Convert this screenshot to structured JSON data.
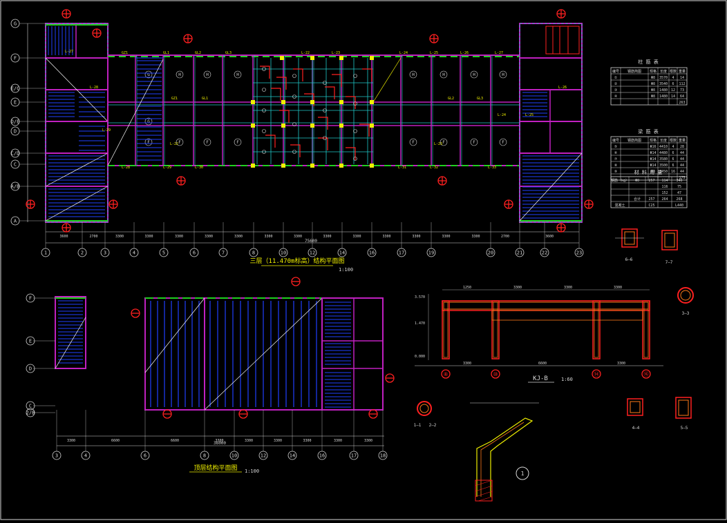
{
  "colors": {
    "background": "#000000",
    "beam_magenta": "#c020c0",
    "beam_cyan": "#20c8c8",
    "slab_blue": "#2040ff",
    "grid_white": "#d8d8d8",
    "label_yellow": "#f0f000",
    "mark_red": "#ff2020",
    "beam_green": "#20d020",
    "rebar_orange": "#ff7a18"
  },
  "plan_top": {
    "title": "三层（11.470m标高）结构平面图",
    "scale": "1:100",
    "axis_numbers": [
      "1",
      "2",
      "3",
      "4",
      "5",
      "6",
      "7",
      "8",
      "10",
      "12",
      "14",
      "16",
      "17",
      "19",
      "20",
      "21",
      "22",
      "23"
    ],
    "axis_letters_left": [
      "G",
      "F",
      "E/C",
      "E",
      "D/E",
      "D",
      "C/D",
      "C",
      "A/B",
      "A"
    ],
    "total_dim": "75600",
    "span_labels": [
      "3600",
      "2700",
      "3300",
      "3300",
      "3300",
      "3300",
      "3300",
      "3300",
      "3300",
      "3300",
      "3300",
      "3300",
      "3300",
      "3300",
      "3300",
      "2700",
      "3600"
    ]
  },
  "plan_bottom": {
    "title": "顶层结构平面图",
    "scale": "1:100",
    "axis_numbers": [
      "3",
      "4",
      "6",
      "8",
      "10",
      "12",
      "14",
      "16",
      "17",
      "18"
    ],
    "axis_letters_left": [
      "F",
      "E",
      "D",
      "C",
      "2/B"
    ],
    "total_dim": "36000",
    "span_labels": [
      "3300",
      "6600",
      "6600",
      "3300",
      "3300",
      "3300",
      "3300",
      "3300",
      "3300"
    ]
  },
  "table_a": {
    "title": "柱 筋 表",
    "headers": [
      "编号",
      "钢筋简图",
      "规格",
      "长度",
      "根数",
      "重量"
    ],
    "rows": [
      [
        "①",
        "",
        "Φ8",
        "3570",
        "4",
        "14"
      ],
      [
        "②",
        "",
        "Φ8",
        "3540",
        "6",
        "112"
      ],
      [
        "③",
        "",
        "Φ8",
        "1480",
        "12",
        "73"
      ],
      [
        "④",
        "",
        "Φ8",
        "1480",
        "14",
        "64"
      ]
    ],
    "total": "263"
  },
  "table_b": {
    "title": "梁 筋 表",
    "headers": [
      "编号",
      "钢筋简图",
      "规格",
      "长度",
      "根数",
      "重量"
    ],
    "rows": [
      [
        "⑤",
        "",
        "Φ16",
        "4410",
        "4",
        "28"
      ],
      [
        "⑥",
        "",
        "Φ14",
        "4480",
        "6",
        "44"
      ],
      [
        "⑦",
        "",
        "Φ14",
        "3580",
        "6",
        "44"
      ],
      [
        "⑧",
        "",
        "Φ14",
        "3500",
        "6",
        "44"
      ],
      [
        "⑨",
        "",
        "Φ8",
        "3450",
        "16",
        "44"
      ]
    ],
    "total": "175"
  },
  "table_c": {
    "title": "材 料 用 量",
    "rows": [
      [
        "钢筋（kg）",
        "Φ8",
        "257",
        "114",
        "346"
      ],
      [
        "",
        "",
        "",
        "116",
        "75"
      ],
      [
        "",
        "",
        "",
        "152",
        "47"
      ],
      [
        "",
        "合计",
        "257",
        "264",
        "268"
      ],
      [
        "混凝土",
        "",
        "C25",
        "",
        "L440"
      ]
    ]
  },
  "frame": {
    "title": "KJ-B",
    "scale": "1:60",
    "top_dims": [
      "1250",
      "3300",
      "3300",
      "3300"
    ],
    "bottom_dims": [
      "3300",
      "6600",
      "3300"
    ],
    "left_dims": [
      "3.570",
      "1.470",
      "0.000"
    ],
    "axis_labels": [
      "⑧",
      "⑩",
      "⑭",
      "⑯"
    ]
  },
  "section_labels": {
    "s1": "1—1",
    "s2": "2—2",
    "s3": "3—3",
    "s4": "4—4",
    "s5": "5—5",
    "s6": "6—6",
    "s7": "7—7",
    "detail": "1"
  },
  "beam_labels": [
    "GZ1",
    "GL1",
    "GL2",
    "GL3",
    "L-22",
    "L-23",
    "L-24",
    "L-25",
    "L-26",
    "L-27",
    "L-28",
    "L-29",
    "L-30",
    "L-31",
    "L-32",
    "L-33"
  ]
}
